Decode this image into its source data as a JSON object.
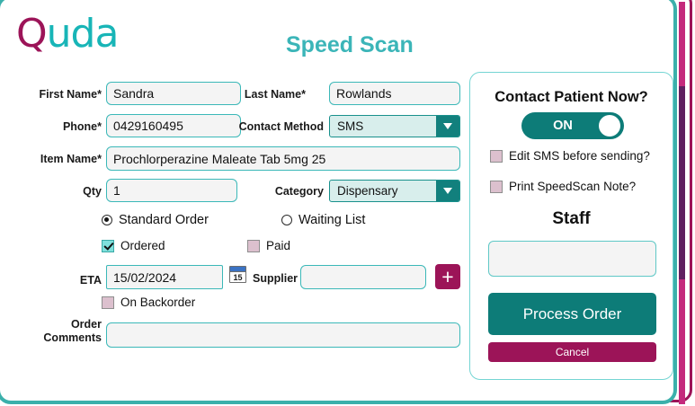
{
  "app": {
    "logo_q": "Q",
    "logo_rest": "uda",
    "title": "Speed Scan"
  },
  "colors": {
    "teal": "#3bb0ab",
    "teal_dark": "#0d7c78",
    "magenta": "#9c1458",
    "title_teal": "#3bb5b8",
    "checkbox_unchecked": "#dcc0ce",
    "checkbox_checked": "#7fe0dc",
    "input_bg": "#f4f4f4"
  },
  "form": {
    "first_name": {
      "label": "First Name*",
      "value": "Sandra"
    },
    "last_name": {
      "label": "Last Name*",
      "value": "Rowlands"
    },
    "phone": {
      "label": "Phone*",
      "value": "0429160495"
    },
    "contact_method": {
      "label": "Contact Method",
      "value": "SMS"
    },
    "item_name": {
      "label": "Item Name*",
      "value": "Prochlorperazine Maleate Tab 5mg 25"
    },
    "qty": {
      "label": "Qty",
      "value": "1"
    },
    "category": {
      "label": "Category",
      "value": "Dispensary"
    },
    "order_type": {
      "standard": {
        "label": "Standard Order",
        "selected": true
      },
      "waiting": {
        "label": "Waiting List",
        "selected": false
      }
    },
    "ordered": {
      "label": "Ordered",
      "checked": true
    },
    "paid": {
      "label": "Paid",
      "checked": false
    },
    "eta": {
      "label": "ETA",
      "value": "15/02/2024",
      "calendar_day": "15"
    },
    "supplier": {
      "label": "Supplier",
      "value": ""
    },
    "add_supplier_button": "+",
    "on_backorder": {
      "label": "On Backorder",
      "checked": false
    },
    "order_comments": {
      "label_line1": "Order",
      "label_line2": "Comments",
      "value": ""
    }
  },
  "panel": {
    "title": "Contact Patient Now?",
    "toggle": {
      "label": "ON",
      "state": true
    },
    "edit_sms": {
      "label": "Edit SMS before sending?",
      "checked": false
    },
    "print_note": {
      "label": "Print SpeedScan Note?",
      "checked": false
    },
    "staff_title": "Staff",
    "staff_value": "",
    "process_button": "Process Order",
    "cancel_button": "Cancel"
  }
}
